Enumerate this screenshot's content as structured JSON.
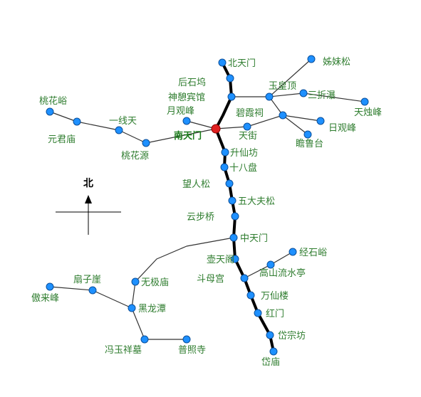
{
  "map": {
    "compass": {
      "label": "北"
    },
    "colors": {
      "main_route": "#000000",
      "branch_route": "#333333",
      "node_fill": "#1e90ff",
      "node_stroke": "#0a4f9a",
      "highlight_node": "#e02020",
      "label": "#2f7d2f"
    },
    "places": {
      "beitianmen": "北天门",
      "zimeisong": "姊妹松",
      "houshiwu": "后石坞",
      "yuhuangding": "玉皇顶",
      "shenqibinguan": "神憩宾馆",
      "sanzhepu": "三折瀑",
      "taohuayu": "桃花峪",
      "tianzhufeng": "天烛峰",
      "yuanjunmiao": "元君庙",
      "yixiantian": "一线天",
      "yueguanfeng": "月观峰",
      "bixiaci": "碧霞祠",
      "riguanfeng": "日观峰",
      "nantianmen": "南天门",
      "tianjie": "天街",
      "zhanlutai": "瞻鲁台",
      "taohuayuan": "桃花源",
      "shengxianfang": "升仙坊",
      "shibapan": "十八盘",
      "wangrensong": "望人松",
      "wudafusong": "五大夫松",
      "yunbuqiao": "云步桥",
      "zhongtianmen": "中天门",
      "hutiange": "壶天阁",
      "jingshiyu": "经石峪",
      "doumugong": "斗母宫",
      "gaoshanliushuiting": "高山流水亭",
      "shanziya": "扇子崖",
      "wujimiao": "无极庙",
      "aolaifeng": "傲来峰",
      "wanxianlou": "万仙楼",
      "heilongtan": "黑龙潭",
      "hongmen": "红门",
      "daizongfang": "岱宗坊",
      "fengyuxiangmu": "冯玉祥墓",
      "puzhaosi": "普照寺",
      "daimiao": "岱庙"
    }
  }
}
